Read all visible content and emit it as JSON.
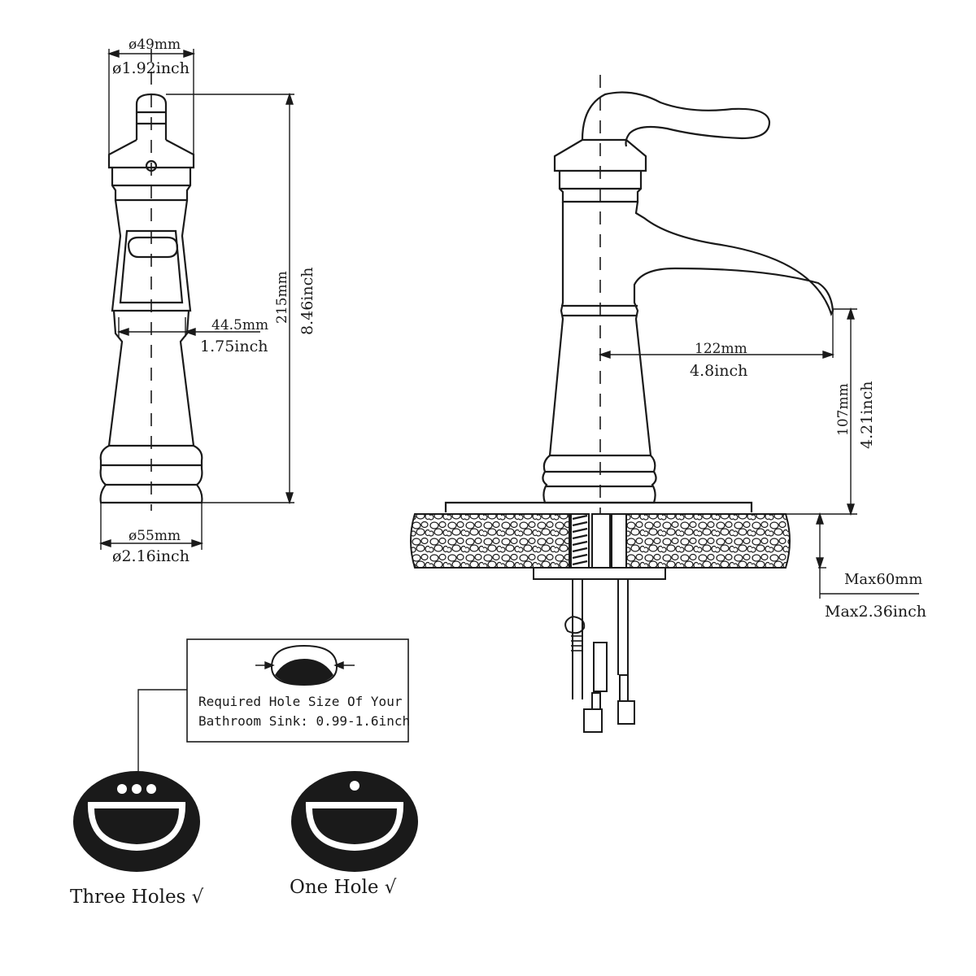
{
  "front_view": {
    "top_dia_mm": "ø49mm",
    "top_dia_in": "ø1.92inch",
    "height_mm": "215mm",
    "height_in": "8.46inch",
    "mid_width_mm": "44.5mm",
    "mid_width_in": "1.75inch",
    "base_dia_mm": "ø55mm",
    "base_dia_in": "ø2.16inch"
  },
  "side_view": {
    "reach_mm": "122mm",
    "reach_in": "4.8inch",
    "spout_height_mm": "107mm",
    "spout_height_in": "4.21inch",
    "deck_max_mm": "Max60mm",
    "deck_max_in": "Max2.36inch"
  },
  "hole_note": {
    "line1": "Required Hole Size Of Your",
    "line2": "Bathroom Sink: 0.99-1.6inch"
  },
  "sinks": {
    "three_label": "Three Holes √",
    "one_label": "One Hole  √"
  },
  "colors": {
    "ink": "#1a1a1a",
    "background": "#ffffff"
  }
}
